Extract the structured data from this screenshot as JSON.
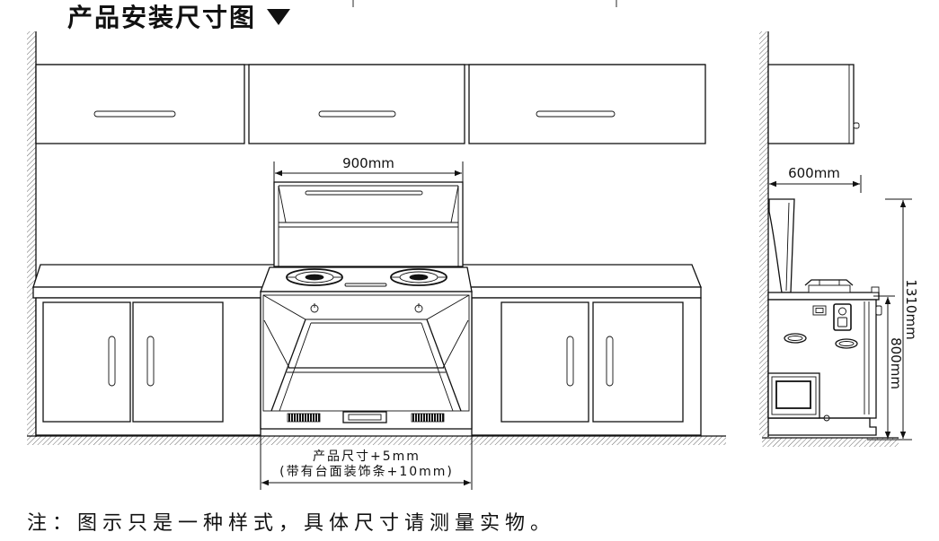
{
  "title": "产品安装尺寸图",
  "icons": {
    "title_marker": "down-triangle-icon"
  },
  "front_view": {
    "width_dimension": "900mm",
    "cutout_dimension": "产品尺寸+5mm",
    "cutout_dimension_note": "(带有台面装饰条+10mm)"
  },
  "side_view": {
    "depth_dimension": "600mm",
    "total_height_dimension": "1310mm",
    "counter_height_dimension": "800mm"
  },
  "note": "注：图示只是一种样式，具体尺寸请测量实物。"
}
